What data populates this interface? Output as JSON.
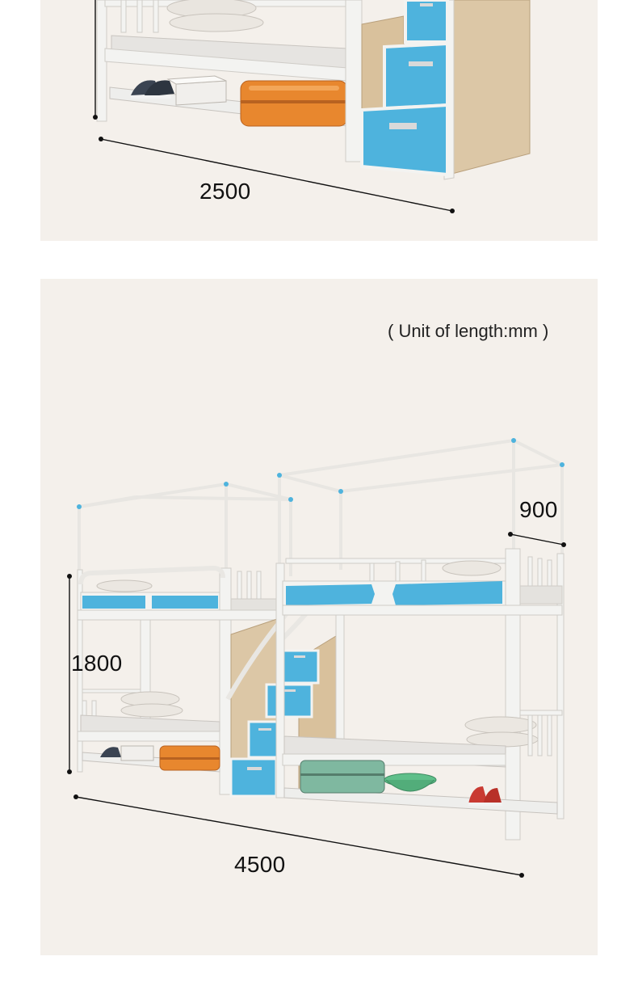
{
  "top_panel": {
    "length_label": "2500"
  },
  "bottom_panel": {
    "unit_note": "( Unit of length:mm )",
    "width_label": "900",
    "height_label": "1800",
    "length_label": "4500"
  },
  "colors": {
    "panel_background": "#f4f0eb",
    "frame_white": "#f3f3f1",
    "accent_blue": "#4eb3dd",
    "wood": "#dcc7a6",
    "suitcase_orange": "#e8872e",
    "suitcase_green": "#7fb8a0"
  }
}
